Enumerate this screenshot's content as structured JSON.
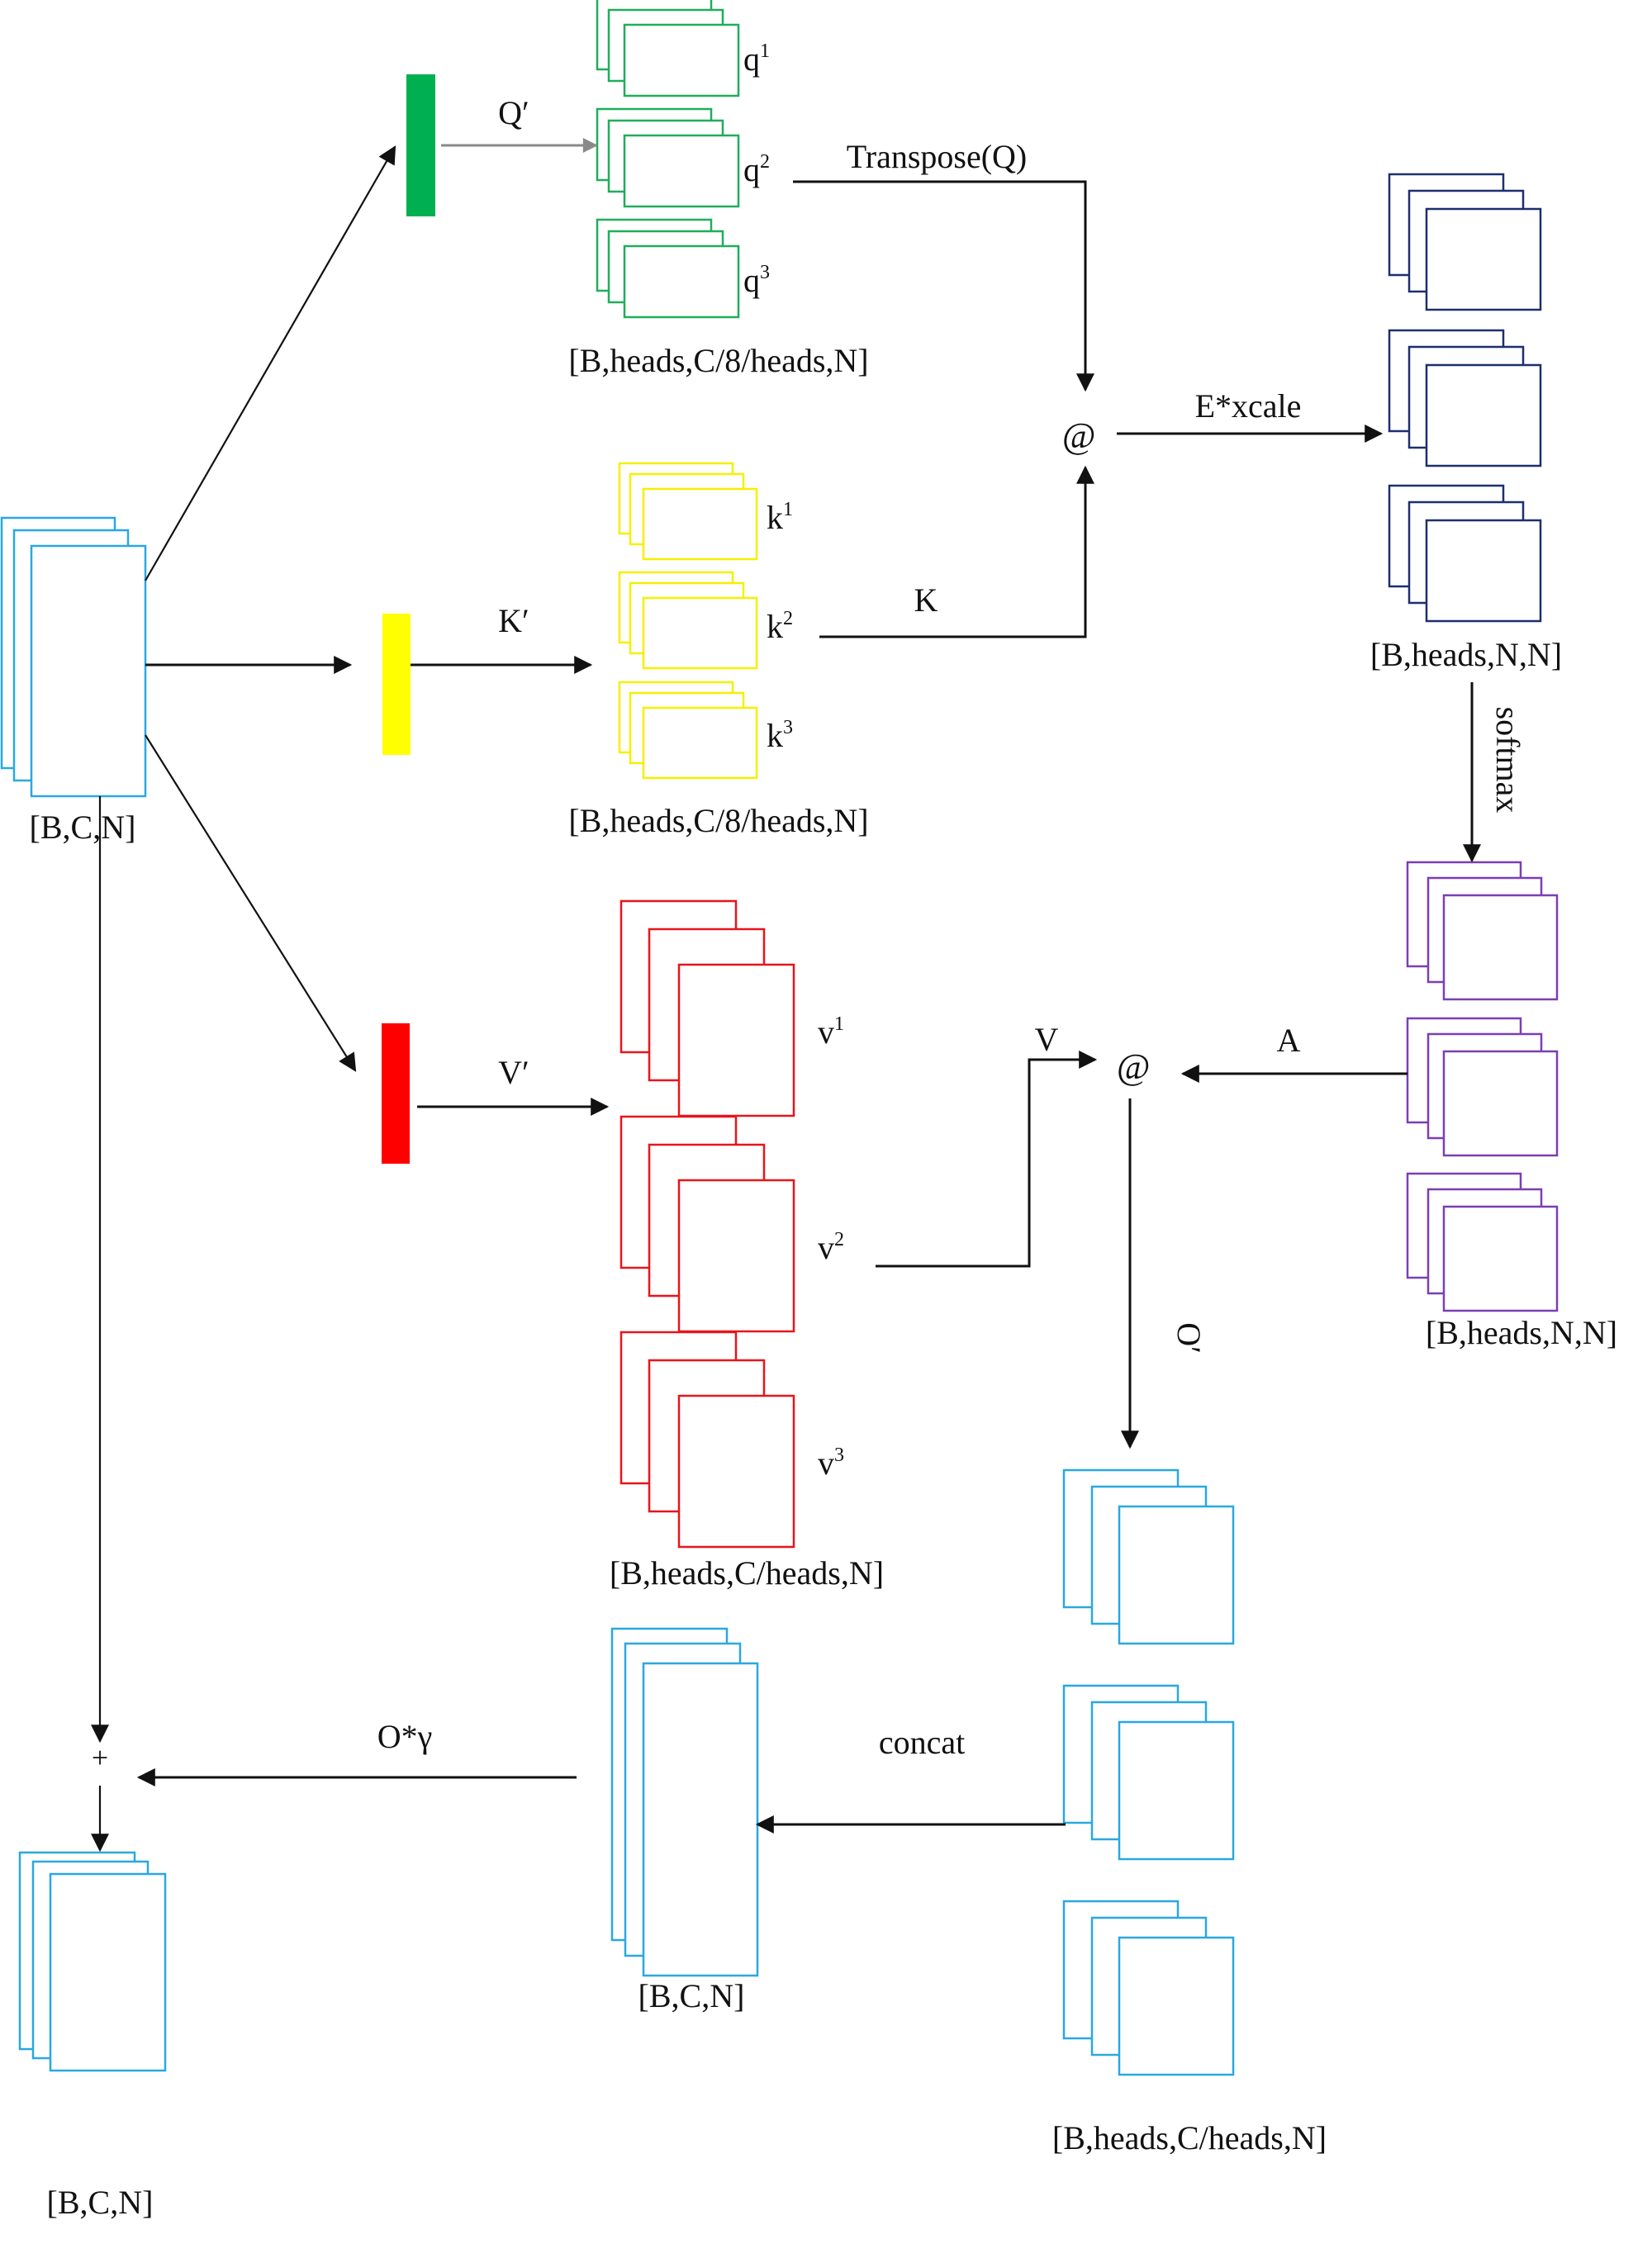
{
  "colors": {
    "query": "#1fae5a",
    "query_bar": "#00b050",
    "key": "#f5f000",
    "key_bar": "#ffff00",
    "value": "#e8141b",
    "value_bar": "#ff0000",
    "scores": "#1c2f6e",
    "attention": "#7a3fb5",
    "feature": "#29a8e0",
    "arrow": "#111111",
    "arrow_gray": "#8a8a8a"
  },
  "nodes": {
    "input_shape": "[B,C,N]",
    "q_shape": "[B,heads,C/8/heads,N]",
    "k_shape": "[B,heads,C/8/heads,N]",
    "v_shape": "[B,heads,C/heads,N]",
    "energy_shape": "[B,heads,N,N]",
    "attention_shape": "[B,heads,N,N]",
    "out_heads_shape": "[B,heads,C/heads,N]",
    "concat_shape": "[B,C,N]",
    "output_shape": "[B,C,N]",
    "q_heads": [
      {
        "base": "q",
        "sup": "1"
      },
      {
        "base": "q",
        "sup": "2"
      },
      {
        "base": "q",
        "sup": "3"
      }
    ],
    "k_heads": [
      {
        "base": "k",
        "sup": "1"
      },
      {
        "base": "k",
        "sup": "2"
      },
      {
        "base": "k",
        "sup": "3"
      }
    ],
    "v_heads": [
      {
        "base": "v",
        "sup": "1"
      },
      {
        "base": "v",
        "sup": "2"
      },
      {
        "base": "v",
        "sup": "3"
      }
    ]
  },
  "edges": {
    "q_proj": "Q′",
    "k_proj": "K′",
    "v_proj": "V′",
    "transpose_q": "Transpose(Q)",
    "k": "K",
    "energy": "E*xcale",
    "softmax": "softmax",
    "attention": "A",
    "v": "V",
    "out": "O′",
    "concat": "concat",
    "scaled_out": "O*γ"
  },
  "operators": {
    "matmul_1": "@",
    "matmul_2": "@",
    "add": "+"
  }
}
